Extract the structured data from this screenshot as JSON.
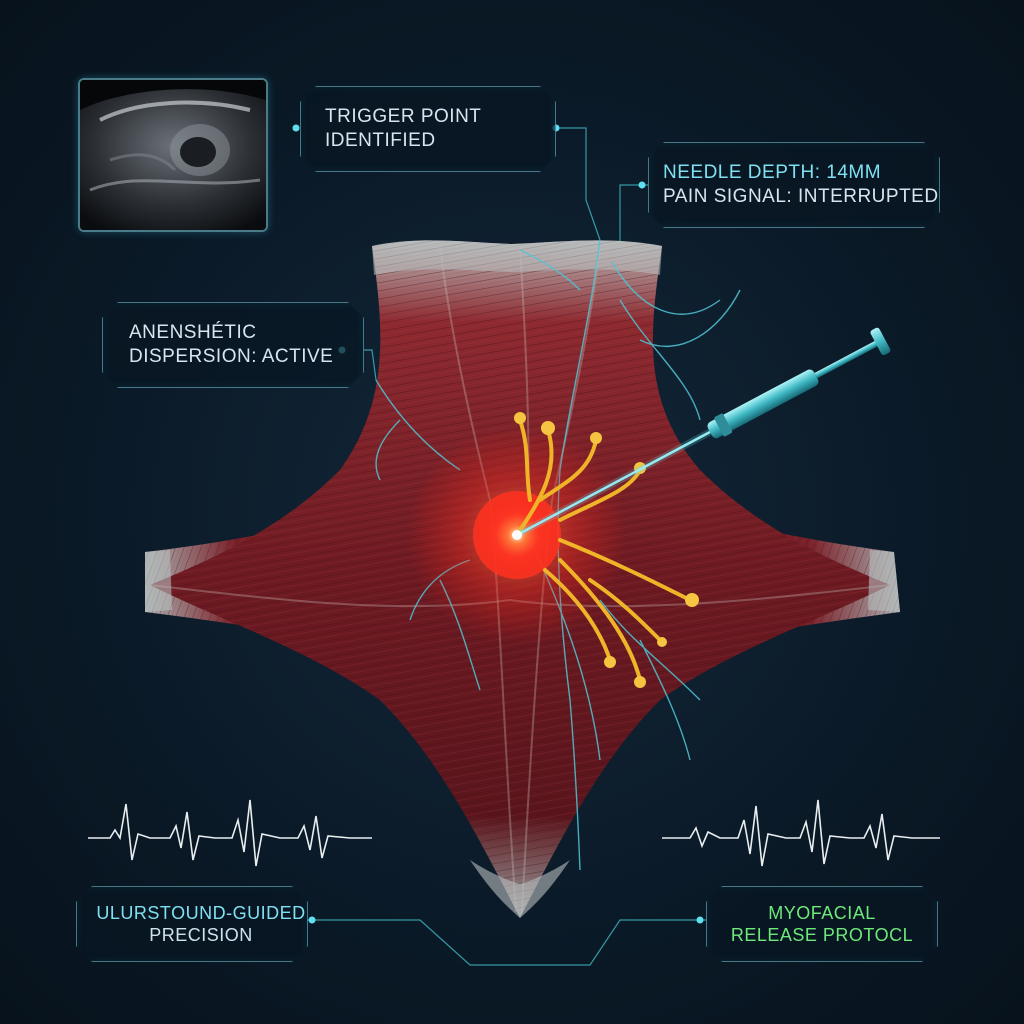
{
  "panels": {
    "trigger_point": {
      "line1": "TRIGGER POINT",
      "line2": "IDENTIFIED"
    },
    "needle": {
      "line1": "NEEDLE DEPTH: 14mm",
      "line2": "PAIN SIGNAL: INTERRUPTED"
    },
    "anesthetic": {
      "line1": "ANENSHÉTIC",
      "line2": "DISPERSION: ACTIVE"
    },
    "ultrasound": {
      "line1": "ULURSTOUND-GUIDED",
      "line2": "PRECISION"
    },
    "protocol": {
      "line1": "MYOFACIAL",
      "line2": "RELEASE PROTOCL"
    }
  },
  "colors": {
    "background": "#0b1a28",
    "panel_border": "#78c8dc",
    "accent_cyan": "#7fe0f2",
    "accent_green": "#6ee87a",
    "muscle": "#7a1e26",
    "tendon": "#a9b1b2",
    "trigger_glow": "#ff3b2a",
    "nerve_gold": "#f0b429",
    "needle": "#5fd4de"
  },
  "icons": {
    "ultrasound_thumbnail": "ultrasound-scan-image",
    "needle": "syringe-needle-icon",
    "left_wave": "ecg-wave-icon",
    "right_wave": "ecg-wave-icon"
  }
}
